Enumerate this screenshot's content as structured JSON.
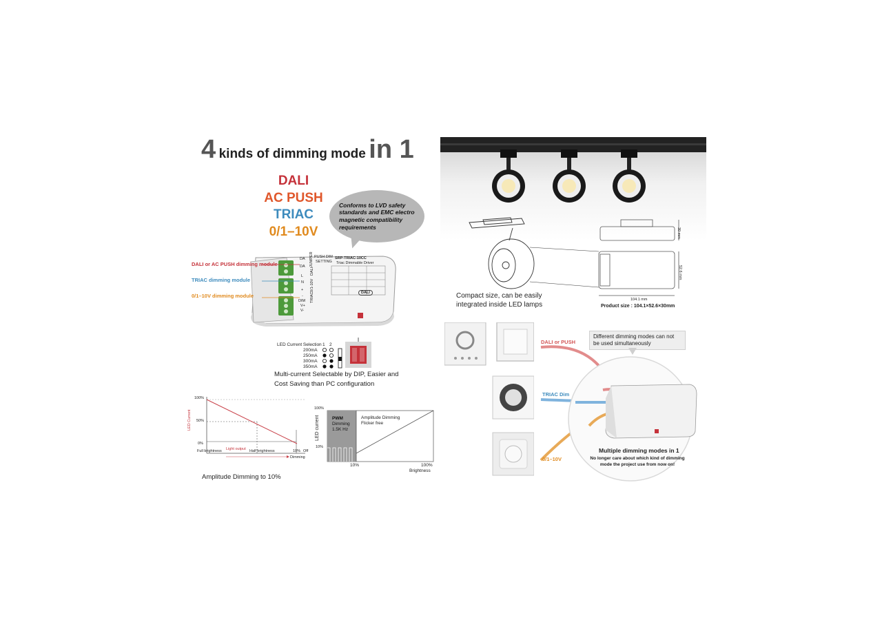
{
  "colors": {
    "dali": "#c5323a",
    "ac_push": "#e0572b",
    "triac": "#3d8bbd",
    "analog": "#e08a1e",
    "bubble": "#b7b7b7",
    "track": "#222222",
    "curve_red": "#c9424a"
  },
  "left": {
    "title": {
      "num": "4",
      "text": "kinds of dimming mode",
      "suffix": "in 1"
    },
    "modes": [
      "DALI",
      "AC PUSH",
      "TRIAC",
      "0/1–10V"
    ],
    "bubble_text": "Conforms to LVD safety standards and EMC electro magnetic compatibility requirements",
    "module_labels": [
      "DALI or AC PUSH dimming module",
      "TRIAC dimming module",
      "0/1–10V dimming module"
    ],
    "device": {
      "model": "SRP-TRIAC-10CC",
      "subtitle": "Triac Dimmable Driver",
      "port_labels": [
        "DA",
        "DA",
        "L",
        "N",
        "+",
        "-",
        "DIM",
        "V+",
        "V-"
      ],
      "side_texts": [
        "PUSH DIM",
        "SETTING",
        "JUMPER",
        "DALI",
        "0/1-10V",
        "TRIAC"
      ],
      "brand_mark": "DALI"
    },
    "dip": {
      "header": "LED Current Selection",
      "cols": [
        "1",
        "2"
      ],
      "rows": [
        "200mA",
        "250mA",
        "300mA",
        "350mA"
      ],
      "icon": "dip-switch-icon"
    },
    "dip_caption": "Multi-current Selectable by DIP, Easier and Cost Saving than PC configuration",
    "chart1": {
      "y_ticks": [
        "100%",
        "50%",
        "0%"
      ],
      "ylabel": "LED Current",
      "x_labels": [
        "Full brightness",
        "Half brightness",
        "10%",
        "Off"
      ],
      "light_output": "Light output",
      "dimming": "Dimming",
      "caption": "Amplitude Dimming to 10%"
    },
    "chart2": {
      "y_ticks": [
        "100%",
        "10%"
      ],
      "ylabel": "LED current",
      "x_ticks": [
        "10%",
        "100%"
      ],
      "xlabel": "Brightness",
      "pwm": [
        "PWM",
        "Dimming",
        "1.5K Hz"
      ],
      "amp": [
        "Amplitude Dimming",
        "Flicker free"
      ]
    }
  },
  "right": {
    "compact_text": "Compact size, can be easily integrated inside LED lamps",
    "dim_h": "30 mm",
    "dim_w": "104.1 mm",
    "dim_d": "52.6 mm",
    "product_size": "Product size : 104.1×52.6×30mm",
    "note": "Different dimming modes can not be used simultaneously",
    "inputs": [
      "DALI or PUSH",
      "TRIAC  Dim",
      "0/1–10V"
    ],
    "multi_title": "Multiple dimming modes in 1",
    "multi_sub": "No longer care about which kind of dimming mode the project use from now on!"
  }
}
